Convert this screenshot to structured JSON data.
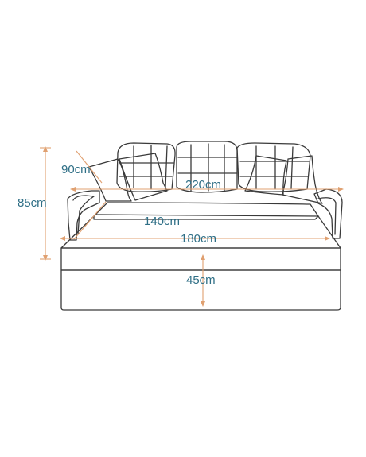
{
  "dimensions": {
    "height": "85cm",
    "depth": "90cm",
    "width": "220cm",
    "seat_depth": "140cm",
    "bed_length": "180cm",
    "bed_height": "45cm"
  },
  "colors": {
    "outline": "#3a3a3a",
    "dimension_line": "#e0a070",
    "dimension_text": "#2f6f86"
  }
}
